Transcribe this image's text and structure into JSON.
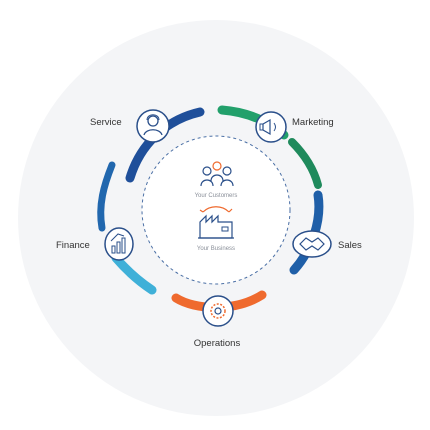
{
  "segments": [
    {
      "label": "Service",
      "color": "#2167ae"
    },
    {
      "label": "Marketing",
      "color": "#22a06b"
    },
    {
      "label": "Sales",
      "color": "#1f5fa8"
    },
    {
      "label": "Operations",
      "color": "#ef6a2e"
    },
    {
      "label": "Finance",
      "color": "#3fb0d8"
    }
  ],
  "center": {
    "customers_label": "Your Customers",
    "business_label": "Your Business"
  },
  "colors": {
    "outer_disc": "#f4f5f7",
    "inner_circle": "#ffffff",
    "icon_stroke": "#2a4f8a"
  }
}
